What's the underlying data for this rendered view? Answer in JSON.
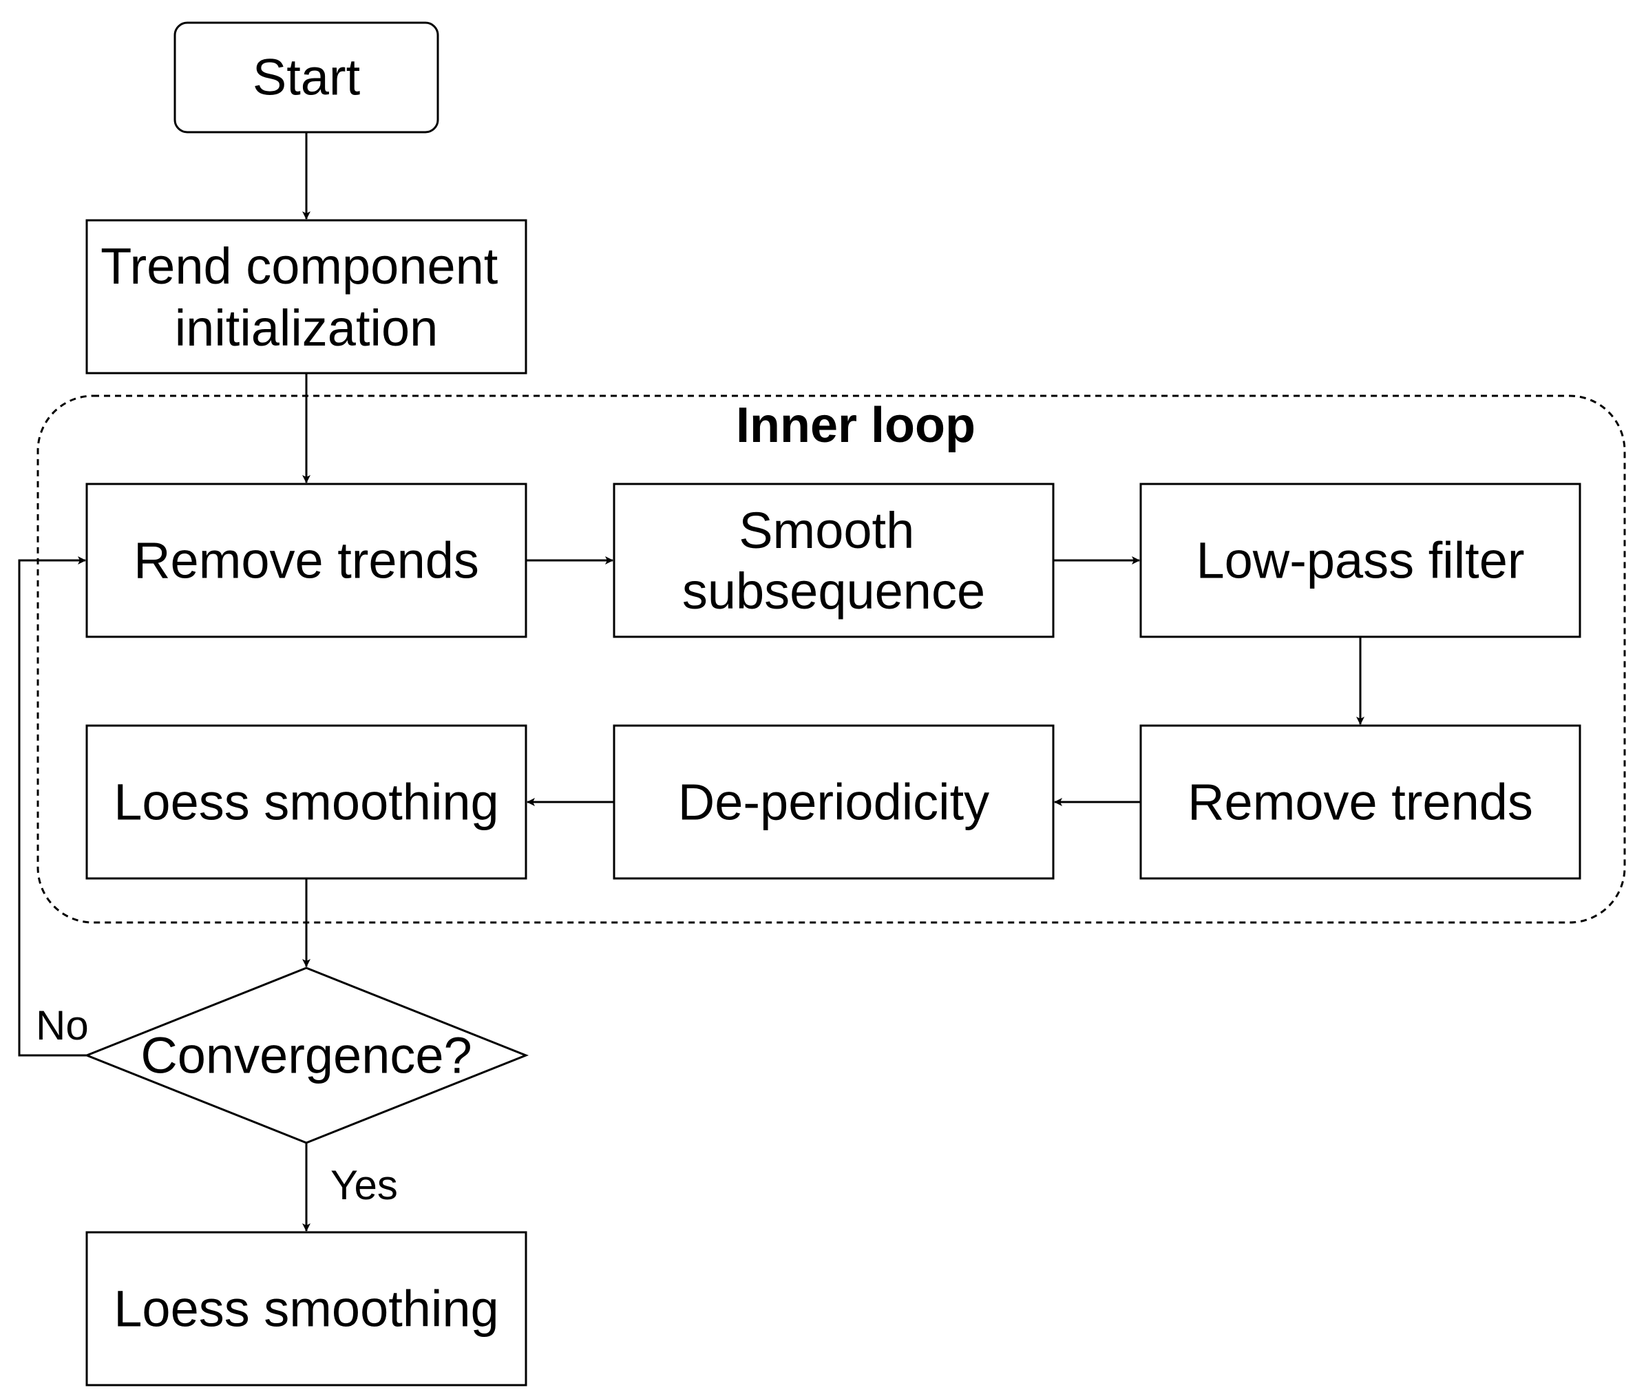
{
  "diagram": {
    "loop_title": "Inner loop",
    "nodes": {
      "start": "Start",
      "trend_init": [
        "Trend component",
        "initialization"
      ],
      "remove_trends_1": "Remove trends",
      "smooth_subsequence": [
        "Smooth",
        "subsequence"
      ],
      "low_pass_filter": "Low-pass filter",
      "remove_trends_2": "Remove trends",
      "de_periodicity": "De-periodicity",
      "loess_smoothing_inner": "Loess smoothing",
      "convergence": "Convergence?",
      "loess_smoothing_final": "Loess smoothing"
    },
    "edge_labels": {
      "no": "No",
      "yes": "Yes"
    }
  }
}
